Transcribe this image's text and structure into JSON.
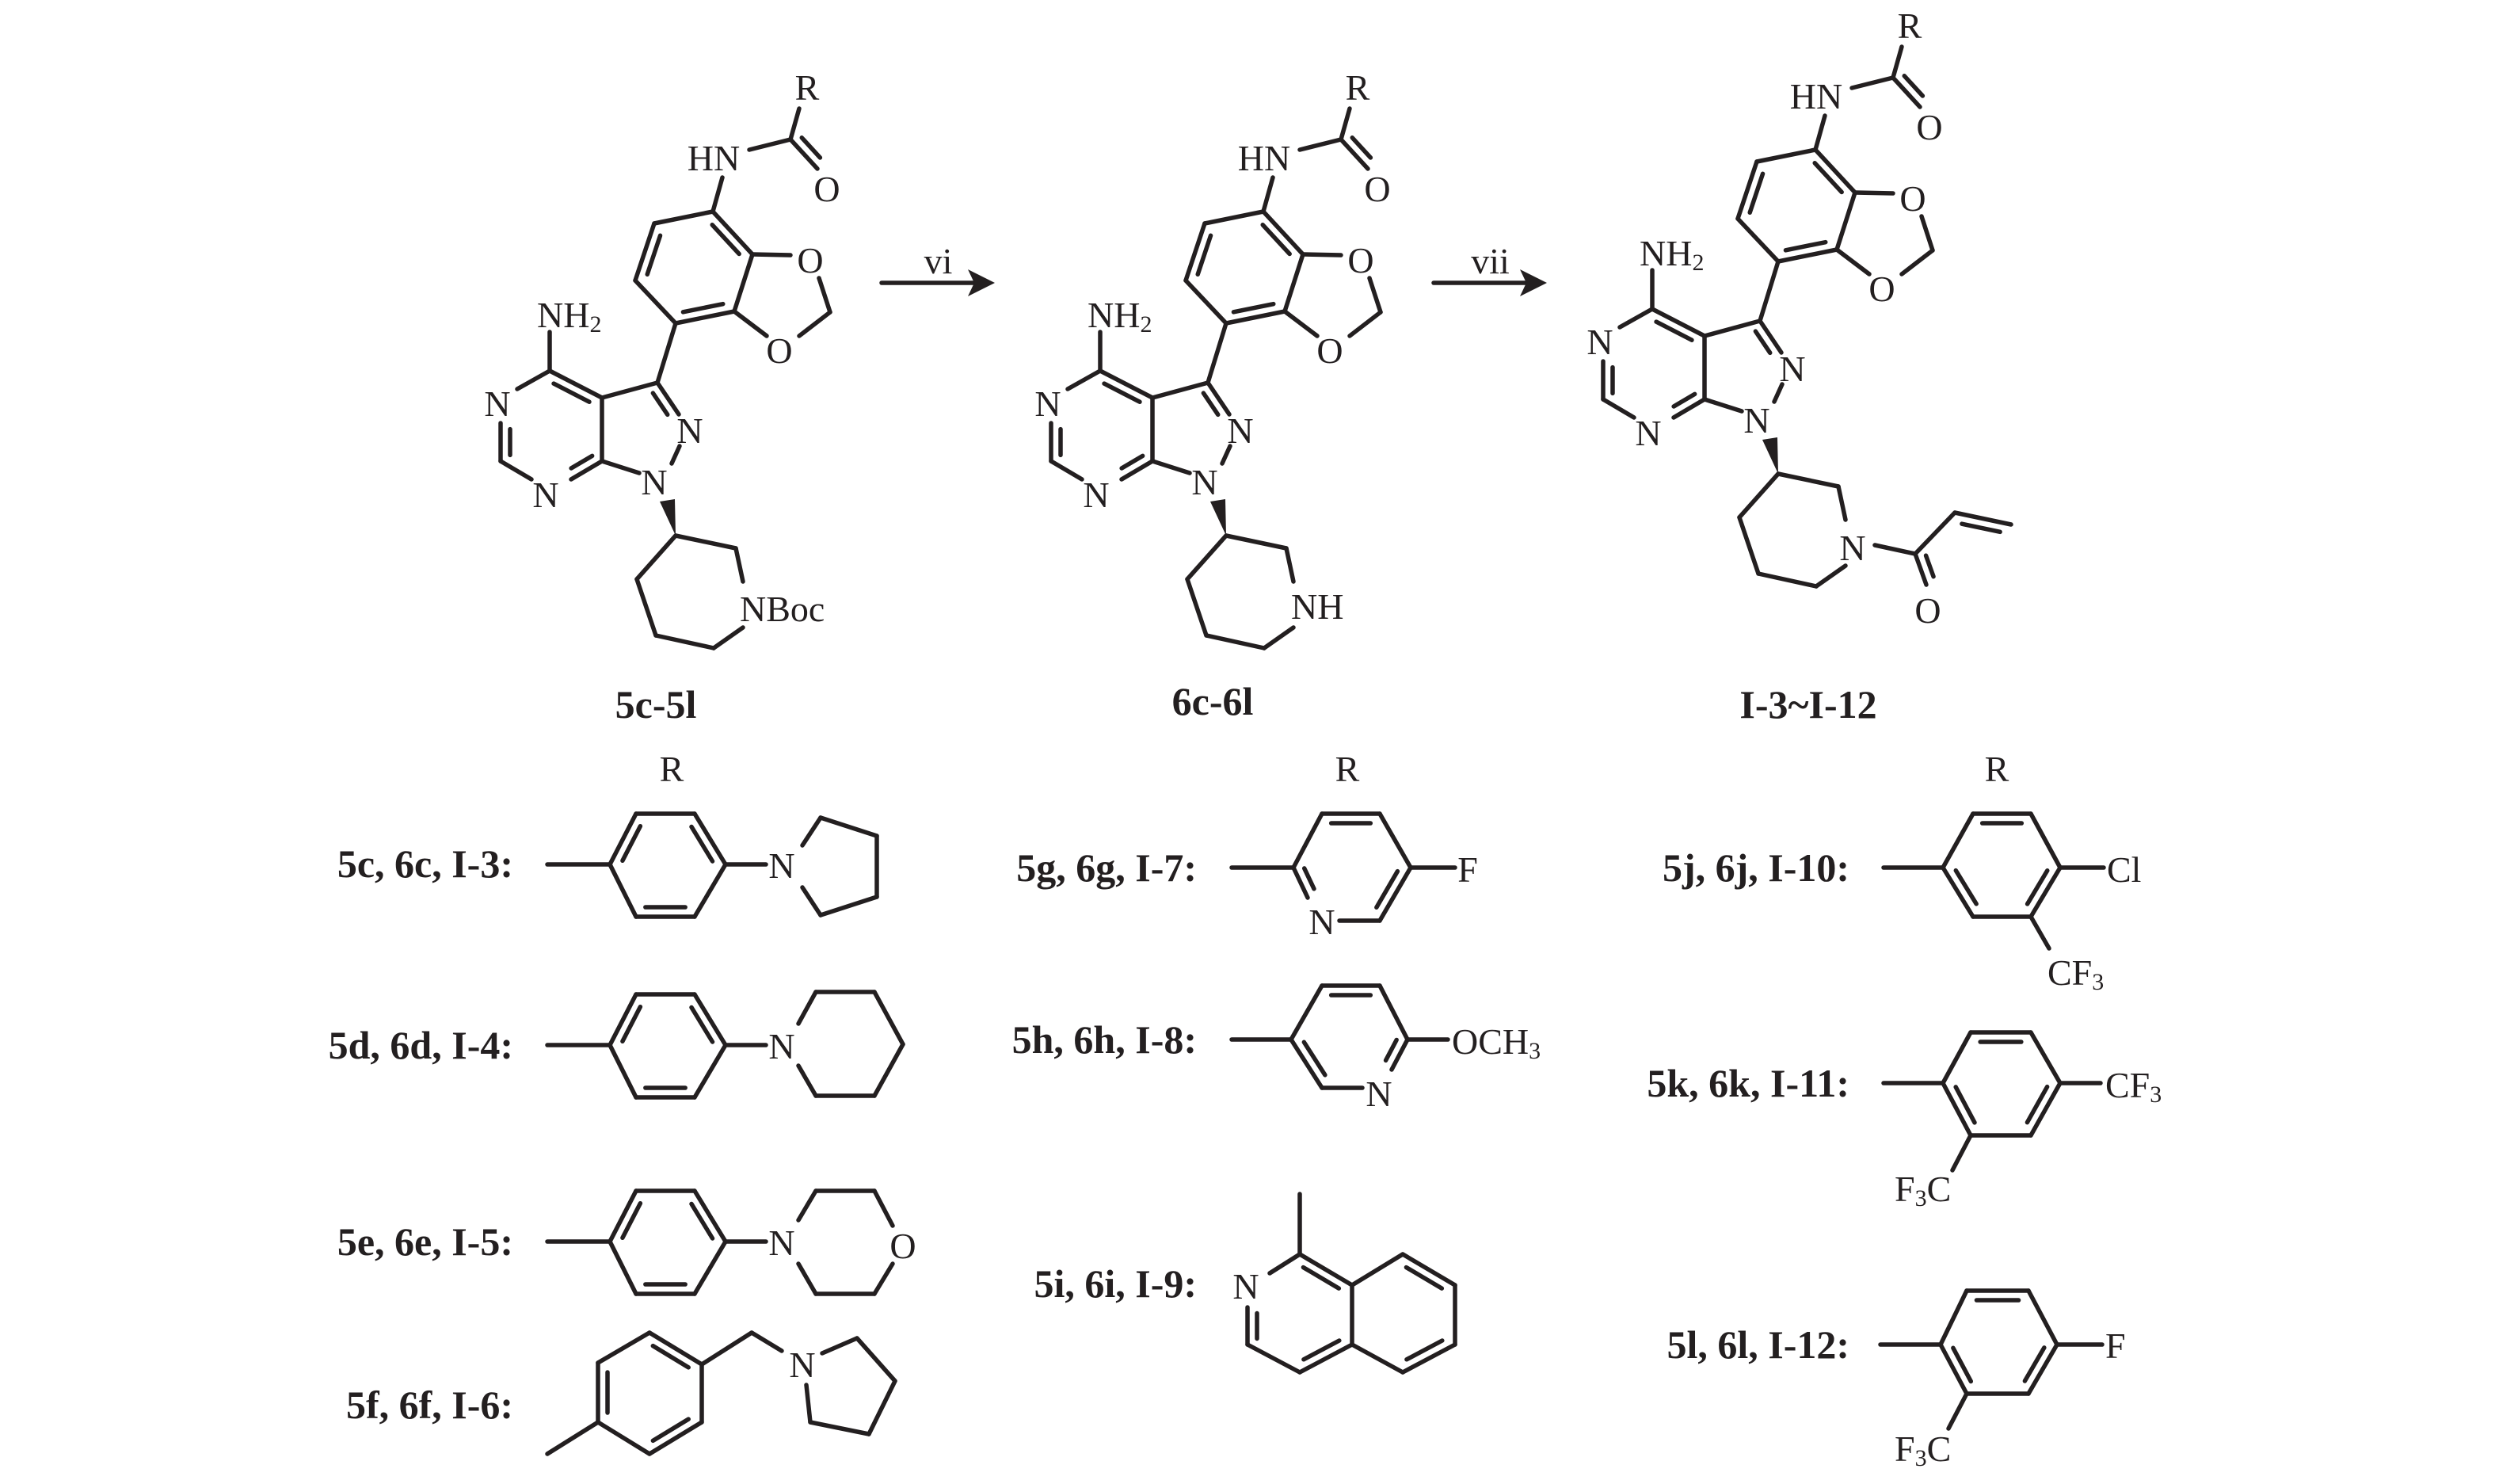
{
  "scheme": {
    "steps": [
      {
        "reagent": "vi"
      },
      {
        "reagent": "vii"
      }
    ],
    "compounds": [
      "5c-5l",
      "6c-6l",
      "I-3~I-12"
    ],
    "atoms": {
      "R": "R",
      "HN": "HN",
      "O": "O",
      "N": "N",
      "NH2": {
        "main": "NH",
        "sub": "2"
      },
      "NBoc": "NBoc",
      "NH": "NH"
    }
  },
  "r_groups": {
    "header": "R",
    "entries": [
      {
        "label": "5c, 6c, I-3:",
        "atoms": [
          "N"
        ]
      },
      {
        "label": "5d, 6d, I-4:",
        "atoms": [
          "N"
        ]
      },
      {
        "label": "5e, 6e, I-5:",
        "atoms": [
          "N",
          "O"
        ]
      },
      {
        "label": "5f, 6f, I-6:",
        "atoms": [
          "N"
        ]
      },
      {
        "label": "5g, 6g, I-7:",
        "atoms": [
          "N",
          "F"
        ]
      },
      {
        "label": "5h, 6h, I-8:",
        "atoms": [
          "N"
        ],
        "substituent": {
          "main": "OCH",
          "sub": "3"
        }
      },
      {
        "label": "5i, 6i, I-9:",
        "atoms": [
          "N"
        ]
      },
      {
        "label": "5j, 6j, I-10:",
        "atoms": [
          "Cl"
        ],
        "substituent": {
          "main": "CF",
          "sub": "3"
        }
      },
      {
        "label": "5k, 6k, I-11:",
        "substituent": {
          "main": "CF",
          "sub": "3"
        },
        "substituent2": {
          "pre": "F",
          "sub": "3",
          "post": "C"
        }
      },
      {
        "label": "5l, 6l, I-12:",
        "atoms": [
          "F"
        ],
        "substituent2": {
          "pre": "F",
          "sub": "3",
          "post": "C"
        }
      }
    ]
  }
}
